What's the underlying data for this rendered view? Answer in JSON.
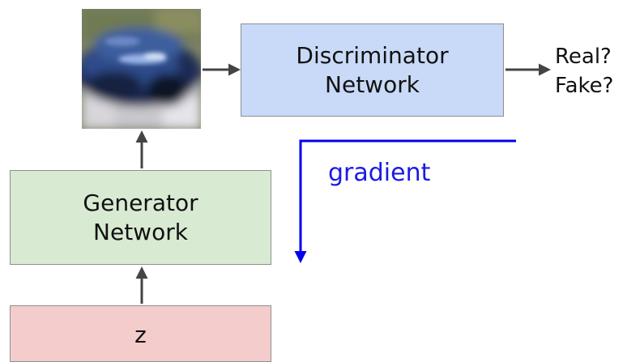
{
  "discriminator": {
    "line1": "Discriminator",
    "line2": "Network"
  },
  "generator": {
    "line1": "Generator",
    "line2": "Network"
  },
  "noise": {
    "label": "z"
  },
  "output": {
    "line1": "Real?",
    "line2": "Fake?"
  },
  "gradient": {
    "label": "gradient"
  },
  "colors": {
    "discriminator_fill": "#c9daf8",
    "generator_fill": "#d9ead3",
    "noise_fill": "#f4cccc",
    "gradient_arrow": "#0000ee",
    "arrow": "#444444"
  }
}
